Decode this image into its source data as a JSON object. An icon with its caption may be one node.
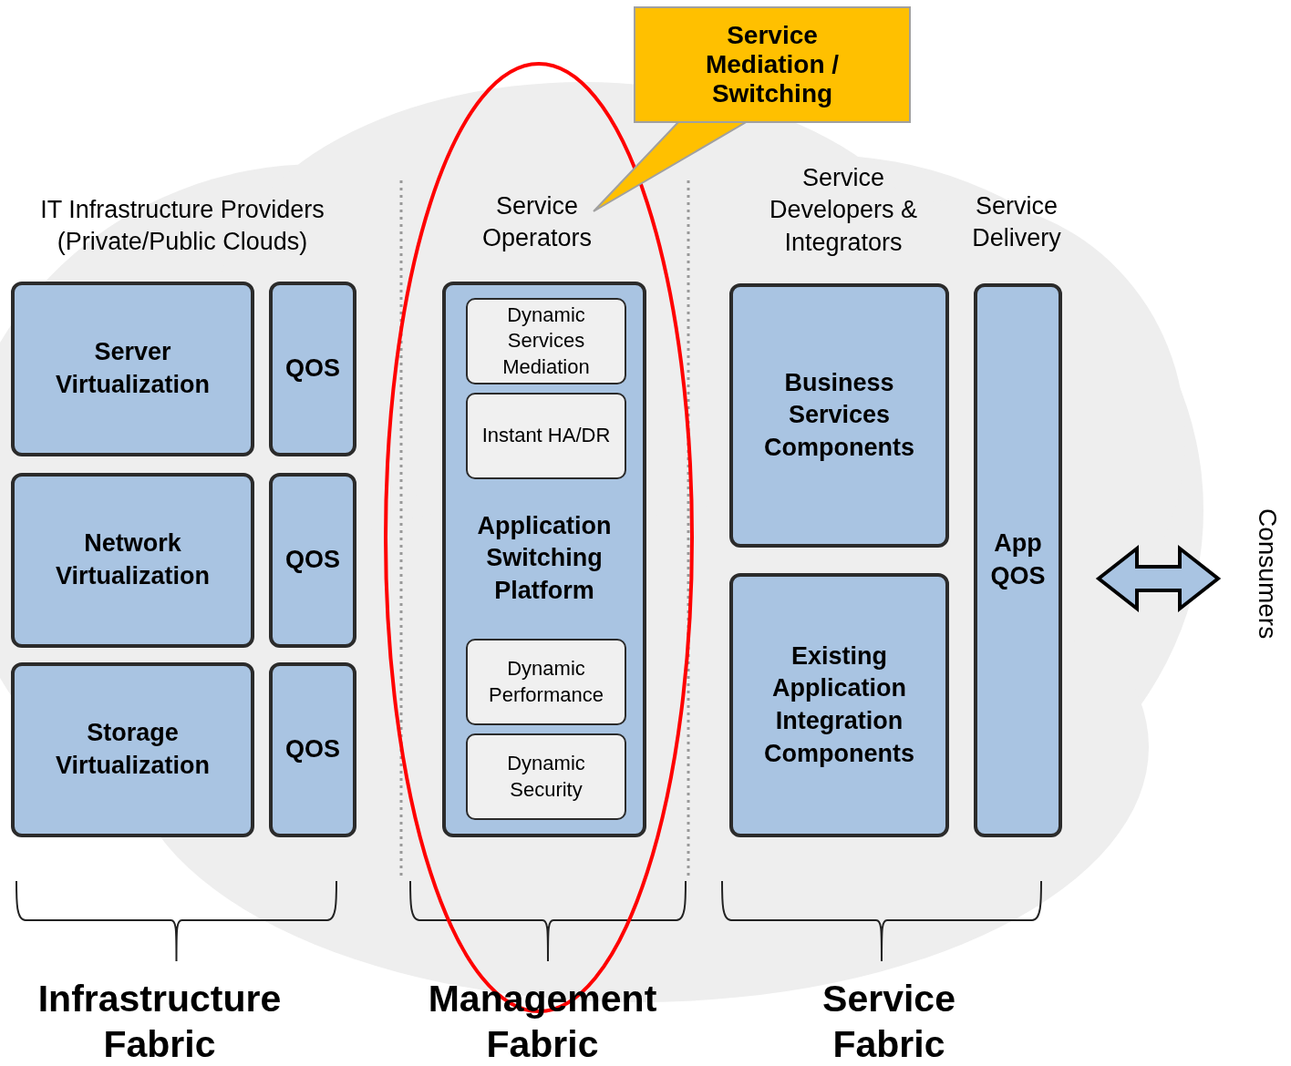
{
  "diagram": {
    "nodes": [
      {
        "text": [
          "Service Mediation / Switching"
        ]
      },
      {
        "text": [
          "Service Operators"
        ]
      },
      {
        "text": [
          "Server Virtualization"
        ]
      },
      {
        "text": [
          "QOS"
        ]
      },
      {
        "text": [
          "Network Virtualization"
        ]
      },
      {
        "text": [
          "QOS"
        ]
      },
      {
        "text": [
          "Storage Virtualization"
        ]
      },
      {
        "text": [
          "QOS"
        ]
      },
      {
        "text": [
          "Application Switching Platform"
        ]
      },
      {
        "text": [
          "Dynamic Services Mediation"
        ],
        "in": 8
      },
      {
        "text": [
          "Instant HA/DR"
        ],
        "in": 8
      },
      {
        "text": [
          "Dynamic Performance"
        ],
        "in": 8
      },
      {
        "text": [
          "Dynamic Security"
        ],
        "in": 8
      },
      {
        "text": [
          "Business Services Components"
        ]
      },
      {
        "text": [
          "Existing Application Integration Components"
        ]
      },
      {
        "text": [
          "App QOS"
        ]
      },
      {
        "text": [
          "Consumers"
        ]
      }
    ],
    "edges": [
      {
        "from": 0,
        "to": 1,
        "arrow": "none"
      },
      {
        "from": 15,
        "to": 16,
        "arrow": "both"
      }
    ],
    "labels": [
      "IT Infrastructure Providers (Private/Public Clouds)",
      "Service Developers & Integrators",
      "Service Delivery",
      "Infrastructure Fabric",
      "Management Fabric",
      "Service Fabric"
    ]
  }
}
